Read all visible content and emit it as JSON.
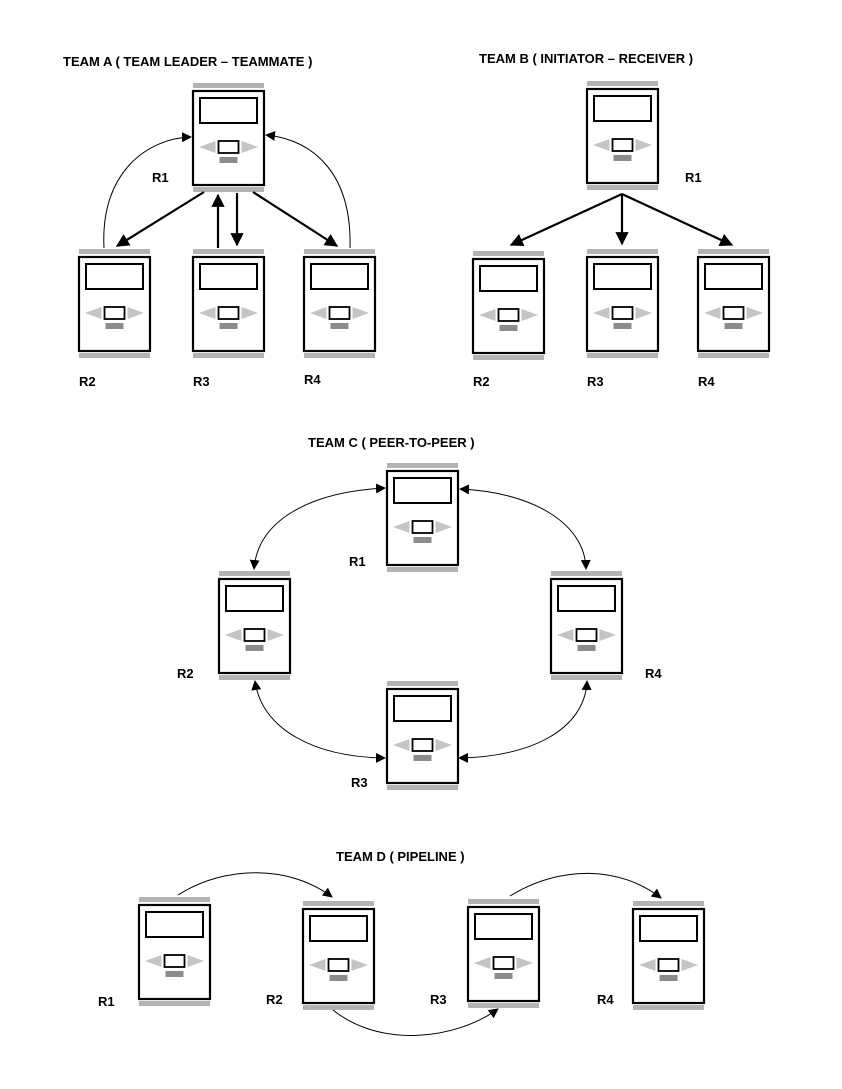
{
  "teams": [
    {
      "id": "team-a",
      "title": "TEAM A ( TEAM LEADER – TEAMMATE )",
      "topology": "leader-teammate",
      "robots": [
        "R1",
        "R2",
        "R3",
        "R4"
      ]
    },
    {
      "id": "team-b",
      "title": "TEAM B ( INITIATOR – RECEIVER )",
      "topology": "initiator-receiver",
      "robots": [
        "R1",
        "R2",
        "R3",
        "R4"
      ]
    },
    {
      "id": "team-c",
      "title": "TEAM C ( PEER-TO-PEER )",
      "topology": "peer-to-peer",
      "robots": [
        "R1",
        "R2",
        "R3",
        "R4"
      ]
    },
    {
      "id": "team-d",
      "title": "TEAM D ( PIPELINE )",
      "topology": "pipeline",
      "robots": [
        "R1",
        "R2",
        "R3",
        "R4"
      ]
    }
  ],
  "connections": {
    "team-a": [
      {
        "from": "R1",
        "to": "R2",
        "style": "thick"
      },
      {
        "from": "R1",
        "to": "R3",
        "style": "thick"
      },
      {
        "from": "R3",
        "to": "R1",
        "style": "thick"
      },
      {
        "from": "R1",
        "to": "R4",
        "style": "thick"
      },
      {
        "from": "R2",
        "to": "R1",
        "style": "curved"
      },
      {
        "from": "R4",
        "to": "R1",
        "style": "curved"
      }
    ],
    "team-b": [
      {
        "from": "R1",
        "to": "R2",
        "style": "thick"
      },
      {
        "from": "R1",
        "to": "R3",
        "style": "thick"
      },
      {
        "from": "R1",
        "to": "R4",
        "style": "thick"
      }
    ],
    "team-c": [
      {
        "between": [
          "R1",
          "R2"
        ],
        "style": "curved-bidirectional"
      },
      {
        "between": [
          "R1",
          "R4"
        ],
        "style": "curved-bidirectional"
      },
      {
        "between": [
          "R2",
          "R3"
        ],
        "style": "curved-bidirectional"
      },
      {
        "between": [
          "R4",
          "R3"
        ],
        "style": "curved-bidirectional"
      }
    ],
    "team-d": [
      {
        "from": "R1",
        "to": "R2",
        "style": "curved"
      },
      {
        "from": "R2",
        "to": "R3",
        "style": "curved"
      },
      {
        "from": "R3",
        "to": "R4",
        "style": "curved"
      }
    ]
  },
  "colors": {
    "bar": "#b3b3b3",
    "nav_arrow": "#c4c4c4",
    "base": "#8c8c8c",
    "stroke": "#000000"
  }
}
